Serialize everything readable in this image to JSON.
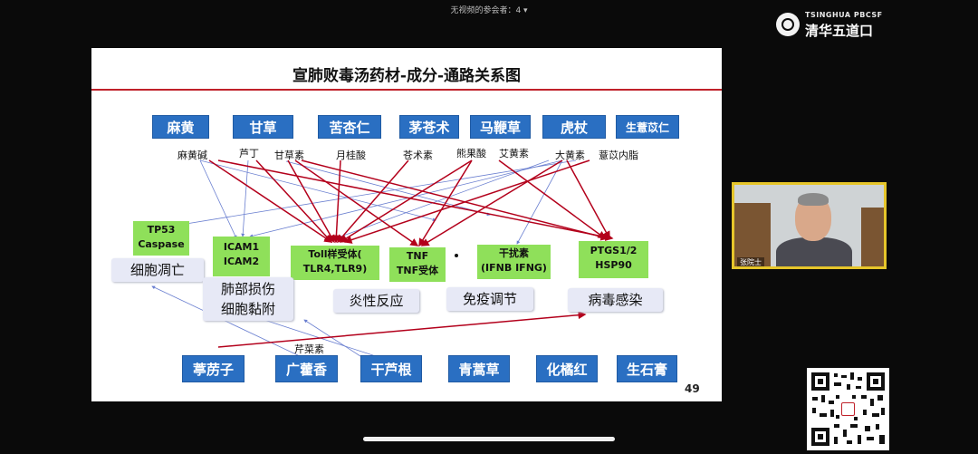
{
  "status_bar": {
    "text": "无视频的参会者：4 ▾"
  },
  "brand": {
    "en": "TSINGHUA PBCSF",
    "cn": "清华五道口"
  },
  "slide": {
    "title": "宣肺败毒汤药材-成分-通路关系图",
    "page_number": "49",
    "herbs_top": [
      "麻黄",
      "甘草",
      "苦杏仁",
      "茅苍术",
      "马鞭草",
      "虎杖",
      "生薏苡仁"
    ],
    "ingredients_top": [
      "麻黄碱",
      "芦丁",
      "甘草素",
      "月桂酸",
      "苍术素",
      "熊果酸",
      "艾黄素",
      "大黄素",
      "薏苡内脂"
    ],
    "targets": {
      "tp53": "TP53\nCaspase",
      "icam": "ICAM1\nICAM2",
      "toll": "Toll样受体(\nTLR4,TLR9)",
      "tnf": "TNF\nTNF受体",
      "ifn": "干扰素\n(IFNB IFNG)",
      "ptgs": "PTGS1/2\nHSP90"
    },
    "categories": {
      "apoptosis": "细胞凋亡",
      "lung": "肺部损伤\n细胞黏附",
      "inflammation": "炎性反应",
      "immune": "免疫调节",
      "viral": "病毒感染"
    },
    "ingredient_bottom": "芹菜素",
    "herbs_bottom": [
      "葶苈子",
      "广藿香",
      "干芦根",
      "青蒿草",
      "化橘红",
      "生石膏"
    ],
    "colors": {
      "herb": "#2a6fc2",
      "target": "#8fe05a",
      "arrow_red": "#b3001b",
      "arrow_blue": "#6a7fd0",
      "title_rule": "#c0212a"
    }
  },
  "video": {
    "participant_name": "张院士"
  }
}
